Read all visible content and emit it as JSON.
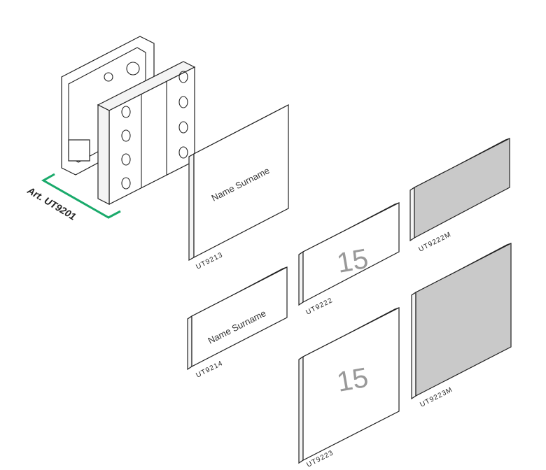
{
  "module": {
    "article_label": "Art. UT9201",
    "bracket_color": "#1aaa6b"
  },
  "panels": [
    {
      "code": "UT9213",
      "text": "Name Surname",
      "finish": "white"
    },
    {
      "code": "UT9222",
      "text": "15",
      "finish": "white"
    },
    {
      "code": "UT9222M",
      "finish": "grey"
    },
    {
      "code": "UT9214",
      "text": "Name Surname",
      "finish": "white"
    },
    {
      "code": "UT9223",
      "text": "15",
      "finish": "white"
    },
    {
      "code": "UT9223M",
      "finish": "grey"
    }
  ]
}
